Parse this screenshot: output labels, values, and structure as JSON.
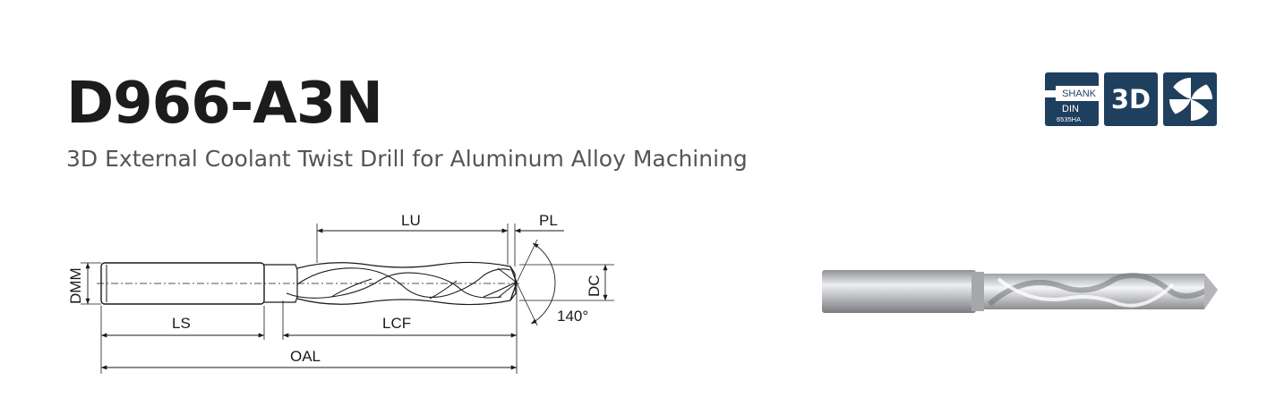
{
  "product": {
    "title": "D966-A3N",
    "subtitle": "3D External Coolant Twist Drill for Aluminum Alloy Machining"
  },
  "badges": {
    "shank": {
      "label": "SHANK",
      "standard": "DIN",
      "standard_sub": "6535HA",
      "icon": "shank-icon"
    },
    "depth": {
      "label": "3D"
    },
    "coolant": {
      "icon": "external-coolant-icon"
    }
  },
  "drawing": {
    "labels": {
      "lu": "LU",
      "pl": "PL",
      "dmm": "DMM",
      "dc": "DC",
      "ls": "LS",
      "lcf": "LCF",
      "oal": "OAL",
      "angle": "140°"
    }
  },
  "colors": {
    "badge_bg": "#1f3f5f",
    "title": "#1c1c1c",
    "subtitle": "#555555",
    "line": "#1a1a1a"
  }
}
